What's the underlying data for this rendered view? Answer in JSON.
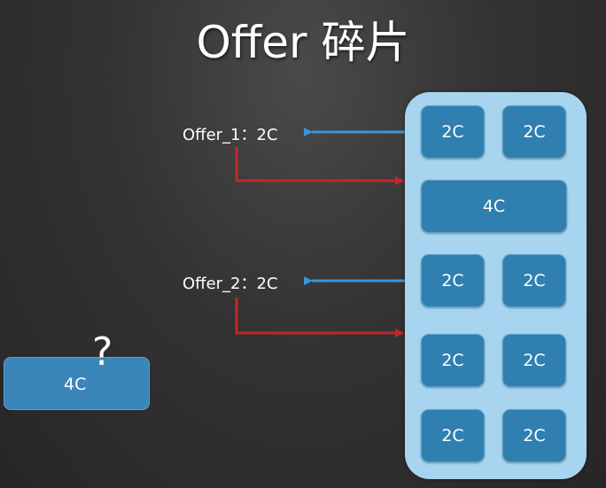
{
  "title": "Offer 碎片",
  "offers": [
    {
      "label": "Offer_1：2C"
    },
    {
      "label": "Offer_2：2C"
    }
  ],
  "slots": [
    "2C",
    "2C",
    "4C",
    "2C",
    "2C",
    "2C",
    "2C",
    "2C",
    "2C"
  ],
  "fragment": {
    "label": "4C",
    "mark": "?"
  },
  "colors": {
    "panel": "#a7d5ef",
    "block": "#2f7fb0",
    "blue_arrow": "#3a95d8",
    "red_arrow": "#c0282c"
  }
}
